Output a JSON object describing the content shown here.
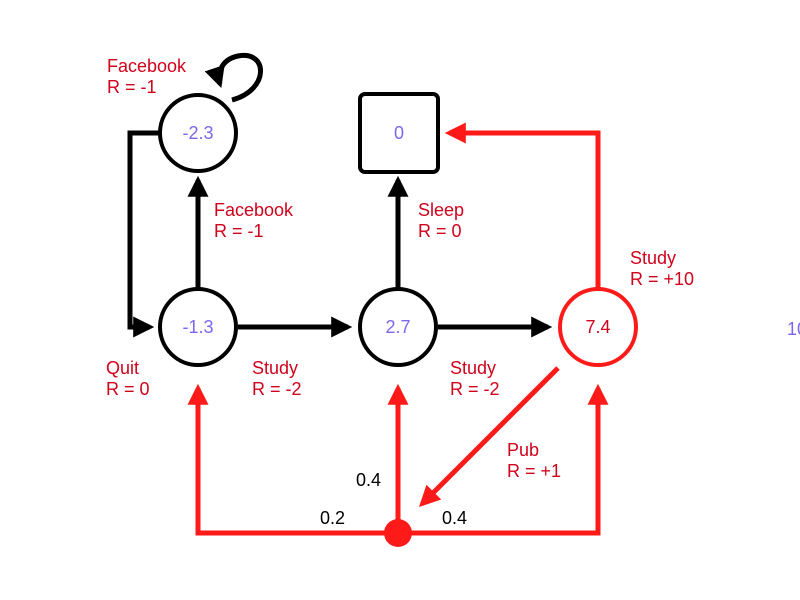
{
  "colors": {
    "value_text": "#7b68ee",
    "label_text": "#d0021b",
    "edge_red": "#ff1a1a",
    "edge_black": "#000000"
  },
  "states": {
    "facebook": {
      "value": "-2.3"
    },
    "class1": {
      "value": "-1.3"
    },
    "class2": {
      "value": "2.7"
    },
    "class3": {
      "value": "7.4"
    },
    "sleep": {
      "value": "0"
    },
    "offscreen": {
      "value": "10"
    }
  },
  "labels": {
    "facebook_loop": {
      "name": "Facebook",
      "reward": "R = -1"
    },
    "facebook_up": {
      "name": "Facebook",
      "reward": "R = -1"
    },
    "quit": {
      "name": "Quit",
      "reward": "R = 0"
    },
    "study1": {
      "name": "Study",
      "reward": "R = -2"
    },
    "study2": {
      "name": "Study",
      "reward": "R = -2"
    },
    "sleep": {
      "name": "Sleep",
      "reward": "R = 0"
    },
    "study3": {
      "name": "Study",
      "reward": "R = +10"
    },
    "pub": {
      "name": "Pub",
      "reward": "R = +1"
    }
  },
  "probabilities": {
    "to_class1": "0.2",
    "to_class2": "0.4",
    "to_class3": "0.4"
  }
}
